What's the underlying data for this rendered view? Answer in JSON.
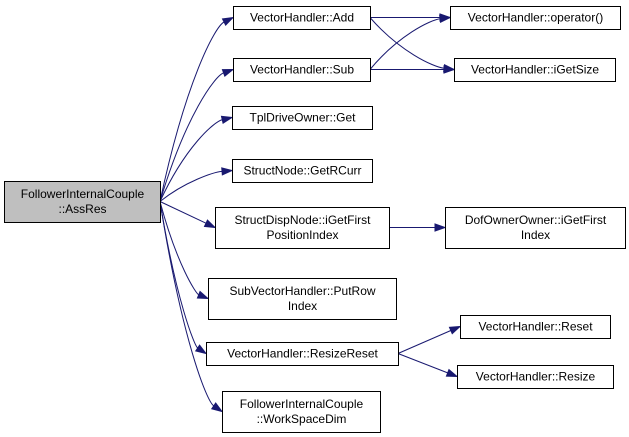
{
  "diagram": {
    "type": "call-graph",
    "colors": {
      "edge": "#191970",
      "root_fill": "#bfbfbf",
      "node_fill": "#ffffff",
      "border": "#000000"
    },
    "nodes": [
      {
        "id": "root",
        "lines": [
          "FollowerInternalCouple",
          "::AssRes"
        ]
      },
      {
        "id": "add",
        "lines": [
          "VectorHandler::Add"
        ]
      },
      {
        "id": "sub",
        "lines": [
          "VectorHandler::Sub"
        ]
      },
      {
        "id": "tplget",
        "lines": [
          "TplDriveOwner::Get"
        ]
      },
      {
        "id": "getrcurr",
        "lines": [
          "StructNode::GetRCurr"
        ]
      },
      {
        "id": "igetfirstpos",
        "lines": [
          "StructDispNode::iGetFirst",
          "PositionIndex"
        ]
      },
      {
        "id": "putrow",
        "lines": [
          "SubVectorHandler::PutRow",
          "Index"
        ]
      },
      {
        "id": "resizereset",
        "lines": [
          "VectorHandler::ResizeReset"
        ]
      },
      {
        "id": "workspace",
        "lines": [
          "FollowerInternalCouple",
          "::WorkSpaceDim"
        ]
      },
      {
        "id": "operator",
        "lines": [
          "VectorHandler::operator()"
        ]
      },
      {
        "id": "igetsize",
        "lines": [
          "VectorHandler::iGetSize"
        ]
      },
      {
        "id": "dofowner",
        "lines": [
          "DofOwnerOwner::iGetFirst",
          "Index"
        ]
      },
      {
        "id": "reset",
        "lines": [
          "VectorHandler::Reset"
        ]
      },
      {
        "id": "resize",
        "lines": [
          "VectorHandler::Resize"
        ]
      }
    ],
    "edges": [
      {
        "from": "root",
        "to": "add"
      },
      {
        "from": "root",
        "to": "sub"
      },
      {
        "from": "root",
        "to": "tplget"
      },
      {
        "from": "root",
        "to": "getrcurr"
      },
      {
        "from": "root",
        "to": "igetfirstpos"
      },
      {
        "from": "root",
        "to": "putrow"
      },
      {
        "from": "root",
        "to": "resizereset"
      },
      {
        "from": "root",
        "to": "workspace"
      },
      {
        "from": "add",
        "to": "operator"
      },
      {
        "from": "add",
        "to": "igetsize"
      },
      {
        "from": "sub",
        "to": "operator"
      },
      {
        "from": "sub",
        "to": "igetsize"
      },
      {
        "from": "igetfirstpos",
        "to": "dofowner"
      },
      {
        "from": "resizereset",
        "to": "reset"
      },
      {
        "from": "resizereset",
        "to": "resize"
      }
    ]
  }
}
